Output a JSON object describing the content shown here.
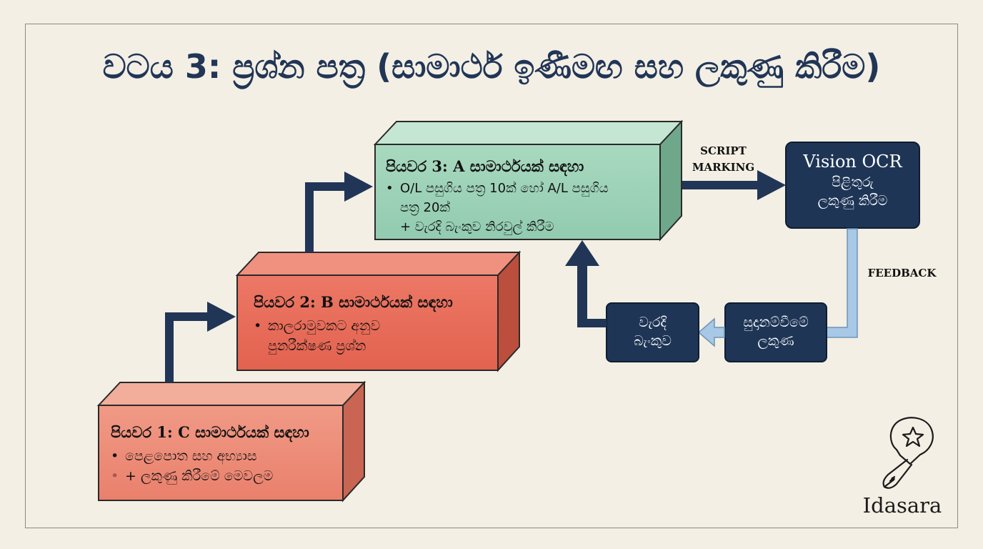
{
  "title": "වටය 3: ප්‍රශ්න පත්‍ර (සාමාර්ථ ඉණීමඟ සහ ලකුණු කිරීම)",
  "steps": [
    {
      "title": "පියවර 1: C සාමාර්ථයක් සඳහා",
      "bullets": [
        "පෙළපොත සහ අභ්‍යාස",
        "+ ලකුණු කිරීමේ මෙවලම"
      ],
      "color": "#ed8a76"
    },
    {
      "title": "පියවර 2: B සාමාර්ථයක් සඳහා",
      "bullets": [
        "කාලරාමුවකට අනුව",
        "පුනරීක්ෂණ ප්‍රශ්න"
      ],
      "color": "#e76a58"
    },
    {
      "title": "පියවර 3: A සාමාර්ථයක් සඳහා",
      "bullets": [
        "O/L පසුගිය පත්‍ර 10ක් හෝ A/L පසුගිය",
        "පත්‍ර 20ක්",
        "+ වැරදි බැංකුව නිරවුල් කිරීම"
      ],
      "color": "#9dd2b6"
    }
  ],
  "nodes": {
    "ocr": {
      "line1": "Vision OCR",
      "line2": "පිළිතුරු",
      "line3": "ලකුණු කිරීම"
    },
    "feedback_marks": {
      "line1": "සුදානම්වීමේ",
      "line2": "ලකුණ"
    },
    "error_bank": {
      "line1": "වැරදි",
      "line2": "බැංකුව"
    }
  },
  "edge_labels": {
    "script_marking_1": "SCRIPT",
    "script_marking_2": "MARKING",
    "feedback": "FEEDBACK"
  },
  "logo": {
    "name": "Idasara",
    "icon": "pen-nib-lightbulb-star-icon"
  },
  "colors": {
    "navy": "#1e3556",
    "navy_arrow": "#213556",
    "light_blue_arrow": "#a7c8e6",
    "title": "#213556"
  }
}
